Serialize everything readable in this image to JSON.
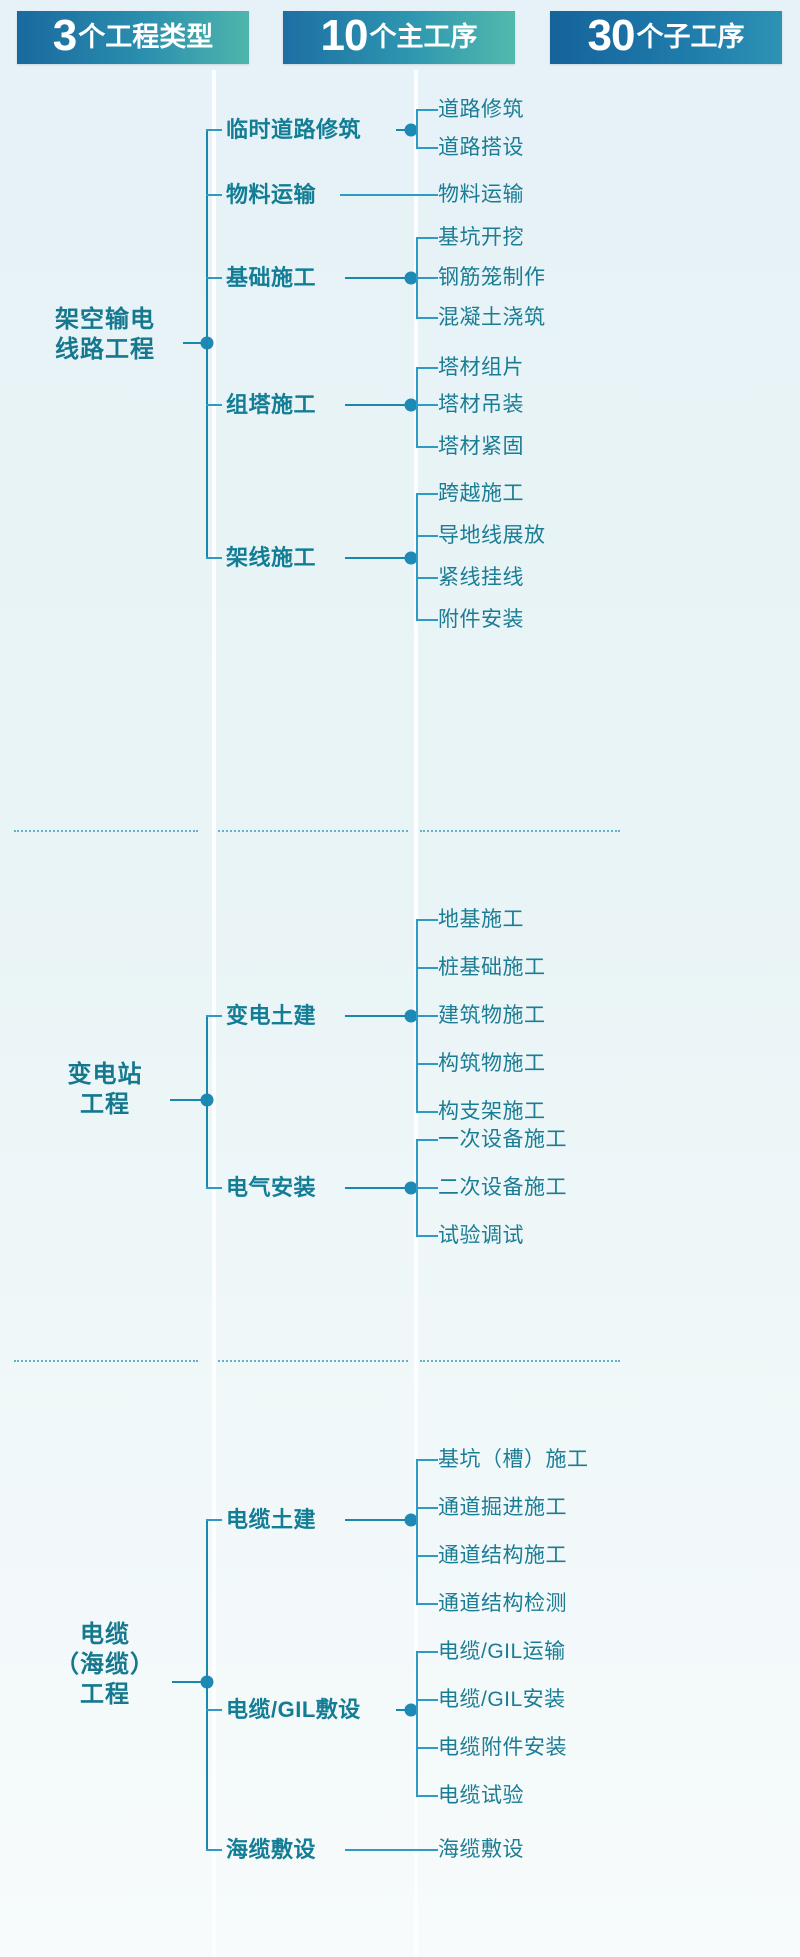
{
  "header": {
    "columns": [
      {
        "num": "3",
        "text": "个工程类型",
        "color": "#2b8fae"
      },
      {
        "num": "10",
        "text": "个主工序",
        "color": "#2e96b0"
      },
      {
        "num": "30",
        "text": "个子工序",
        "color": "#1f7cab"
      }
    ]
  },
  "palette": {
    "background": "#eaf4f7",
    "accent": "#1b87ac",
    "node_dot": "#1d89b4",
    "text_main": "#127d95",
    "text_sub": "#1b7d95",
    "divider": "#4aa7bf"
  },
  "sections": [
    {
      "type": "架空输电\n线路工程",
      "type_line1": "架空输电",
      "type_line2": "线路工程",
      "main_processes": [
        {
          "label": "临时道路修筑",
          "subs": [
            "道路修筑",
            "道路搭设"
          ]
        },
        {
          "label": "物料运输",
          "subs": [
            "物料运输"
          ]
        },
        {
          "label": "基础施工",
          "subs": [
            "基坑开挖",
            "钢筋笼制作",
            "混凝土浇筑"
          ]
        },
        {
          "label": "组塔施工",
          "subs": [
            "塔材组片",
            "塔材吊装",
            "塔材紧固"
          ]
        },
        {
          "label": "架线施工",
          "subs": [
            "跨越施工",
            "导地线展放",
            "紧线挂线",
            "附件安装"
          ]
        }
      ]
    },
    {
      "type": "变电站\n工程",
      "type_line1": "变电站",
      "type_line2": "工程",
      "main_processes": [
        {
          "label": "变电土建",
          "subs": [
            "地基施工",
            "桩基础施工",
            "建筑物施工",
            "构筑物施工",
            "构支架施工"
          ]
        },
        {
          "label": "电气安装",
          "subs": [
            "一次设备施工",
            "二次设备施工",
            "试验调试"
          ]
        }
      ]
    },
    {
      "type": "电缆\n（海缆）\n工程",
      "type_line1": "电缆",
      "type_line2": "（海缆）",
      "type_line3": "工程",
      "main_processes": [
        {
          "label": "电缆土建",
          "subs": [
            "基坑（槽）施工",
            "通道掘进施工",
            "通道结构施工",
            "通道结构检测"
          ]
        },
        {
          "label": "电缆/GIL敷设",
          "subs": [
            "电缆/GIL运输",
            "电缆/GIL安装",
            "电缆附件安装",
            "电缆试验"
          ]
        },
        {
          "label": "海缆敷设",
          "subs": [
            "海缆敷设"
          ]
        }
      ]
    }
  ]
}
